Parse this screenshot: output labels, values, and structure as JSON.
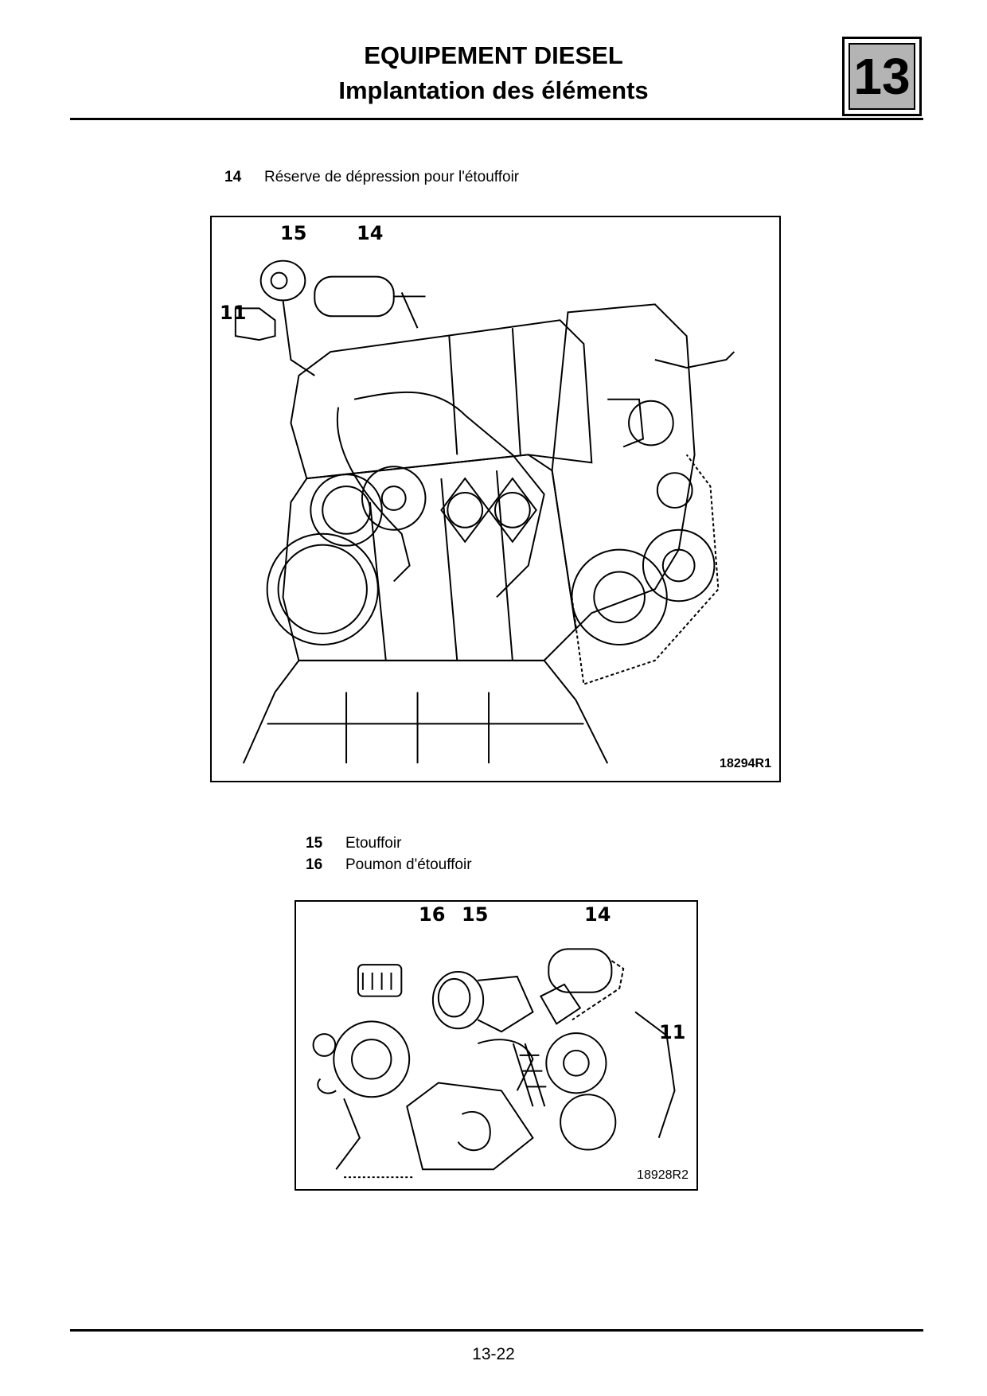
{
  "header": {
    "title_line1": "EQUIPEMENT DIESEL",
    "title_line2": "Implantation des éléments",
    "chapter": "13"
  },
  "legend_top": [
    {
      "num": "14",
      "text": "Réserve de dépression pour l'étouffoir"
    }
  ],
  "figure_top": {
    "code": "18294R1",
    "callouts": [
      "15",
      "14",
      "11"
    ]
  },
  "legend_bottom": [
    {
      "num": "15",
      "text": "Etouffoir"
    },
    {
      "num": "16",
      "text": "Poumon d'étouffoir"
    }
  ],
  "figure_bottom": {
    "code": "18928R2",
    "callouts": [
      "16",
      "15",
      "14",
      "11"
    ]
  },
  "footer": {
    "page_number": "13-22"
  }
}
